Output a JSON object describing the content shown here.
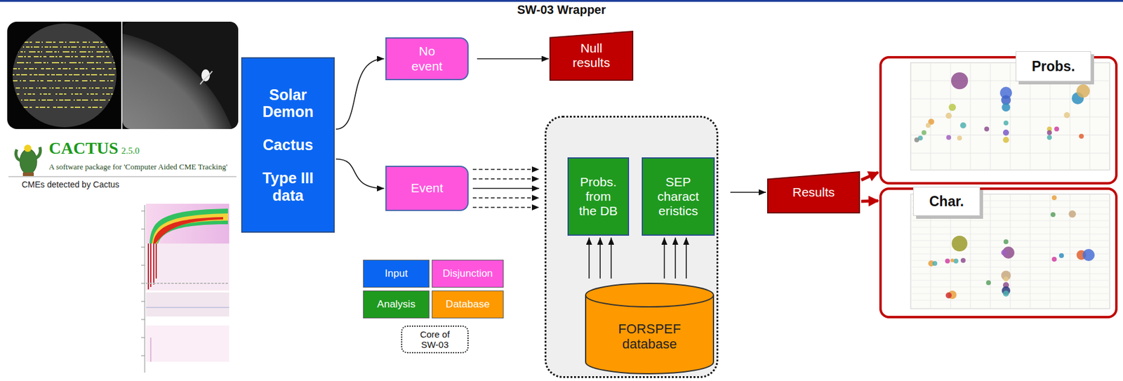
{
  "diagram": {
    "title": "SW-03 Wrapper",
    "nodes": [
      {
        "text": [
          "Solar Demon",
          "Cactus",
          "Type III data"
        ]
      },
      {
        "text": [
          "No event"
        ]
      },
      {
        "text": [
          "Null results"
        ]
      },
      {
        "text": [
          "Event"
        ]
      },
      {
        "text": []
      },
      {
        "text": [
          "Probs. from the DB"
        ],
        "in": 4
      },
      {
        "text": [
          "SEP characteristics"
        ],
        "in": 4
      },
      {
        "text": [
          "FORSPEF database"
        ],
        "in": 4
      },
      {
        "text": [
          "Results"
        ]
      },
      {
        "text": [
          "Probs."
        ]
      },
      {
        "text": [
          "Char."
        ]
      }
    ],
    "edges": [
      {
        "from": 0,
        "to": 1,
        "arrow": "to"
      },
      {
        "from": 0,
        "to": 3,
        "arrow": "to"
      },
      {
        "from": 1,
        "to": 2,
        "arrow": "to"
      },
      {
        "from": 3,
        "to": 4,
        "arrow": "to"
      },
      {
        "from": 3,
        "to": 4,
        "arrow": "to"
      },
      {
        "from": 3,
        "to": 4,
        "arrow": "to"
      },
      {
        "from": 3,
        "to": 4,
        "arrow": "to"
      },
      {
        "from": 3,
        "to": 4,
        "arrow": "to"
      },
      {
        "from": 7,
        "to": 5,
        "arrow": "to"
      },
      {
        "from": 7,
        "to": 5,
        "arrow": "to"
      },
      {
        "from": 7,
        "to": 5,
        "arrow": "to"
      },
      {
        "from": 7,
        "to": 6,
        "arrow": "to"
      },
      {
        "from": 7,
        "to": 6,
        "arrow": "to"
      },
      {
        "from": 7,
        "to": 6,
        "arrow": "to"
      },
      {
        "from": 4,
        "to": 8,
        "arrow": "to"
      },
      {
        "from": 8,
        "to": 9,
        "arrow": "to"
      },
      {
        "from": 8,
        "to": 10,
        "arrow": "to"
      }
    ],
    "labels": [
      "CACTUS",
      "2.5.0",
      "A software package for 'Computer Aided CME Tracking'",
      "CMEs detected by Cactus"
    ],
    "legend": [
      {
        "text": "Input",
        "color": "#0a66f2"
      },
      {
        "text": "Disjunction",
        "color": "#ff55dd"
      },
      {
        "text": "Analysis",
        "color": "#1f9a1f"
      },
      {
        "text": "Database",
        "color": "#ff9900"
      },
      {
        "text": "Core of SW-03"
      }
    ]
  }
}
